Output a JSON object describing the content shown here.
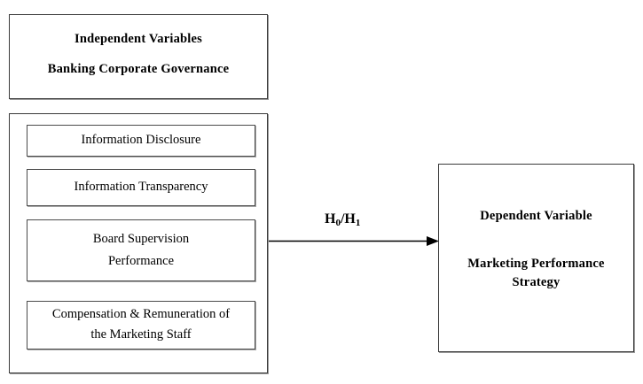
{
  "diagram": {
    "independent": {
      "title_line_1": "Independent Variables",
      "title_line_2": "Banking Corporate Governance",
      "indicators": [
        {
          "line_1": "Information Disclosure",
          "line_2": ""
        },
        {
          "line_1": "Information Transparency",
          "line_2": ""
        },
        {
          "line_1": "Board Supervision",
          "line_2": "Performance"
        },
        {
          "line_1": "Compensation & Remuneration of",
          "line_2": "the Marketing Staff"
        }
      ]
    },
    "connector": {
      "label_main": "H",
      "label_sub_1": "0",
      "label_separator": "/",
      "label_main_2": "H",
      "label_sub_2": "1",
      "icon": "right-arrow-icon"
    },
    "dependent": {
      "title": "Dependent Variable",
      "subtitle_line_1": "Marketing Performance",
      "subtitle_line_2": "Strategy"
    },
    "colors": {
      "background": "#ffffff",
      "text": "#000000",
      "border": "#3a3a3a",
      "shadow": "#9a9a9a"
    }
  }
}
